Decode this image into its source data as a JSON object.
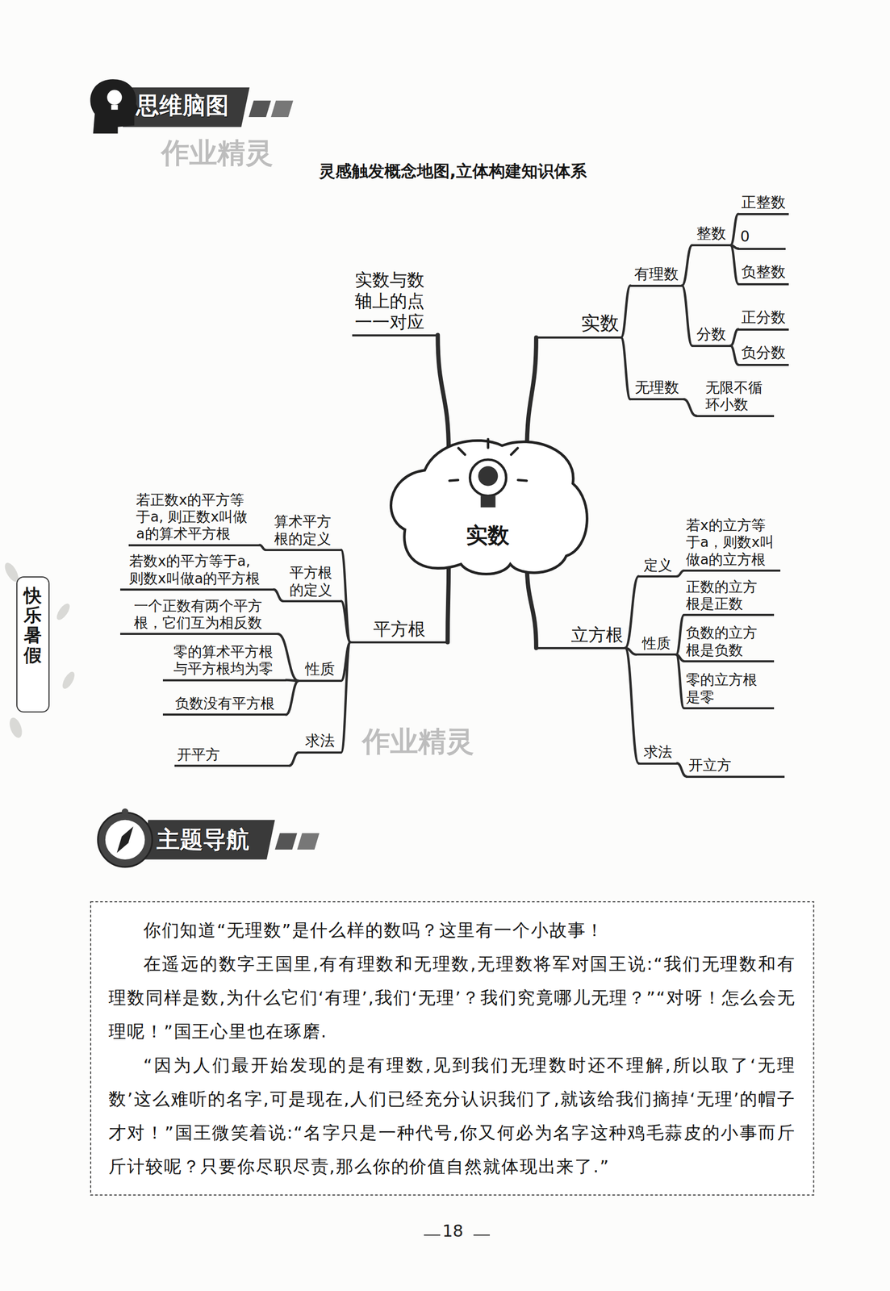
{
  "diagram": {
    "title": "灵感触发概念地图,立体构建知识体系",
    "nodes": [
      {
        "text": [
          "思维脑图"
        ]
      },
      {
        "text": [
          "实数"
        ]
      },
      {
        "text": [
          "实数与数轴上的点一一对应"
        ]
      },
      {
        "text": [
          "实数"
        ]
      },
      {
        "text": [
          "有理数"
        ]
      },
      {
        "text": [
          "整数"
        ]
      },
      {
        "text": [
          "正整数"
        ]
      },
      {
        "text": [
          "0"
        ]
      },
      {
        "text": [
          "负整数"
        ]
      },
      {
        "text": [
          "分数"
        ]
      },
      {
        "text": [
          "正分数"
        ]
      },
      {
        "text": [
          "负分数"
        ]
      },
      {
        "text": [
          "无理数"
        ]
      },
      {
        "text": [
          "无限不循环小数"
        ]
      },
      {
        "text": [
          "平方根"
        ]
      },
      {
        "text": [
          "算术平方根的定义"
        ]
      },
      {
        "text": [
          "若正数x的平方等于a, 则正数x叫做a的算术平方根"
        ]
      },
      {
        "text": [
          "平方根的定义"
        ]
      },
      {
        "text": [
          "若数x的平方等于a, 则数x叫做a的平方根"
        ]
      },
      {
        "text": [
          "性质"
        ]
      },
      {
        "text": [
          "一个正数有两个平方根，它们互为相反数"
        ]
      },
      {
        "text": [
          "零的算术平方根与平方根均为零"
        ]
      },
      {
        "text": [
          "负数没有平方根"
        ]
      },
      {
        "text": [
          "求法"
        ]
      },
      {
        "text": [
          "开平方"
        ]
      },
      {
        "text": [
          "立方根"
        ]
      },
      {
        "text": [
          "定义"
        ]
      },
      {
        "text": [
          "若x的立方等于a，则数x叫做a的立方根"
        ]
      },
      {
        "text": [
          "性质"
        ]
      },
      {
        "text": [
          "正数的立方根是正数"
        ]
      },
      {
        "text": [
          "负数的立方根是负数"
        ]
      },
      {
        "text": [
          "零的立方根是零"
        ]
      },
      {
        "text": [
          "求法"
        ]
      },
      {
        "text": [
          "开立方"
        ]
      },
      {
        "text": [
          "快乐暑假"
        ]
      },
      {
        "text": [
          "主题导航"
        ]
      },
      {
        "text": [
          "你们知道“无理数”是什么样的数吗？这里有一个小故事！",
          "在遥远的数字王国里,有有理数和无理数,无理数将军对国王说:“我们无理数和有理数同样是数,为什么它们‘有理’,我们‘无理’？我们究竟哪儿无理？”“对呀！怎么会无理呢！”国王心里也在琢磨.",
          "“因为人们最开始发现的是有理数,见到我们无理数时还不理解,所以取了‘无理数’这么难听的名字,可是现在,人们已经充分认识我们了,就该给我们摘掉‘无理’的帽子才对！”国王微笑着说:“名字只是一种代号,你又何必为名字这种鸡毛蒜皮的小事而斤斤计较呢？只要你尽职尽责,那么你的价值自然就体现出来了.”"
        ]
      }
    ],
    "edges": [
      {
        "from": 1,
        "to": 2,
        "arrow": "none"
      },
      {
        "from": 1,
        "to": 3,
        "arrow": "none"
      },
      {
        "from": 3,
        "to": 4,
        "arrow": "none"
      },
      {
        "from": 4,
        "to": 5,
        "arrow": "none"
      },
      {
        "from": 5,
        "to": 6,
        "arrow": "none"
      },
      {
        "from": 5,
        "to": 7,
        "arrow": "none"
      },
      {
        "from": 5,
        "to": 8,
        "arrow": "none"
      },
      {
        "from": 4,
        "to": 9,
        "arrow": "none"
      },
      {
        "from": 9,
        "to": 10,
        "arrow": "none"
      },
      {
        "from": 9,
        "to": 11,
        "arrow": "none"
      },
      {
        "from": 3,
        "to": 12,
        "arrow": "none"
      },
      {
        "from": 12,
        "to": 13,
        "arrow": "none"
      },
      {
        "from": 1,
        "to": 14,
        "arrow": "none"
      },
      {
        "from": 14,
        "to": 15,
        "arrow": "none"
      },
      {
        "from": 15,
        "to": 16,
        "arrow": "none"
      },
      {
        "from": 14,
        "to": 17,
        "arrow": "none"
      },
      {
        "from": 17,
        "to": 18,
        "arrow": "none"
      },
      {
        "from": 14,
        "to": 19,
        "arrow": "none"
      },
      {
        "from": 19,
        "to": 20,
        "arrow": "none"
      },
      {
        "from": 19,
        "to": 21,
        "arrow": "none"
      },
      {
        "from": 19,
        "to": 22,
        "arrow": "none"
      },
      {
        "from": 14,
        "to": 23,
        "arrow": "none"
      },
      {
        "from": 23,
        "to": 24,
        "arrow": "none"
      },
      {
        "from": 1,
        "to": 25,
        "arrow": "none"
      },
      {
        "from": 25,
        "to": 26,
        "arrow": "none"
      },
      {
        "from": 26,
        "to": 27,
        "arrow": "none"
      },
      {
        "from": 25,
        "to": 28,
        "arrow": "none"
      },
      {
        "from": 28,
        "to": 29,
        "arrow": "none"
      },
      {
        "from": 28,
        "to": 30,
        "arrow": "none"
      },
      {
        "from": 28,
        "to": 31,
        "arrow": "none"
      },
      {
        "from": 25,
        "to": 32,
        "arrow": "none"
      },
      {
        "from": 32,
        "to": 33,
        "arrow": "none"
      }
    ],
    "labels": [
      "作业精灵",
      "作业精灵",
      "18"
    ]
  }
}
